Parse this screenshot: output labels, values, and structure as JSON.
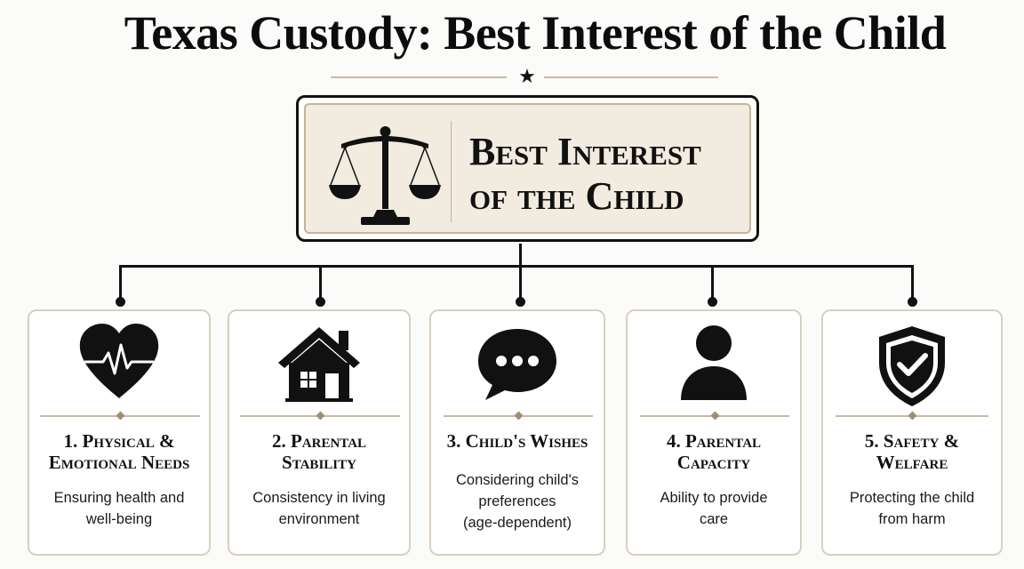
{
  "title": "Texas Custody: Best Interest of the Child",
  "center": {
    "line1": "Best Interest",
    "line2": "of the Child",
    "icon": "scales-of-justice-icon"
  },
  "factors": [
    {
      "line1": "1. Physical &",
      "line2": "Emotional Needs",
      "desc1": "Ensuring health and",
      "desc2": "well-being",
      "icon": "heart-pulse-icon"
    },
    {
      "line1": "2. Parental",
      "line2": "Stability",
      "desc1": "Consistency in living",
      "desc2": "environment",
      "icon": "house-icon"
    },
    {
      "line1": "3. Child's Wishes",
      "desc1": "Considering child's",
      "desc2": "preferences",
      "desc3": "(age-dependent)",
      "icon": "speech-bubble-icon"
    },
    {
      "line1": "4. Parental",
      "line2": "Capacity",
      "desc1": "Ability to provide",
      "desc2": "care",
      "icon": "person-icon"
    },
    {
      "line1": "5. Safety &",
      "line2": "Welfare",
      "desc1": "Protecting the child",
      "desc2": "from harm",
      "icon": "shield-check-icon"
    }
  ],
  "colors": {
    "ink": "#111111",
    "accent": "#c6b49a",
    "panel": "#f1ebe0",
    "card_border": "#d9cfc0"
  }
}
